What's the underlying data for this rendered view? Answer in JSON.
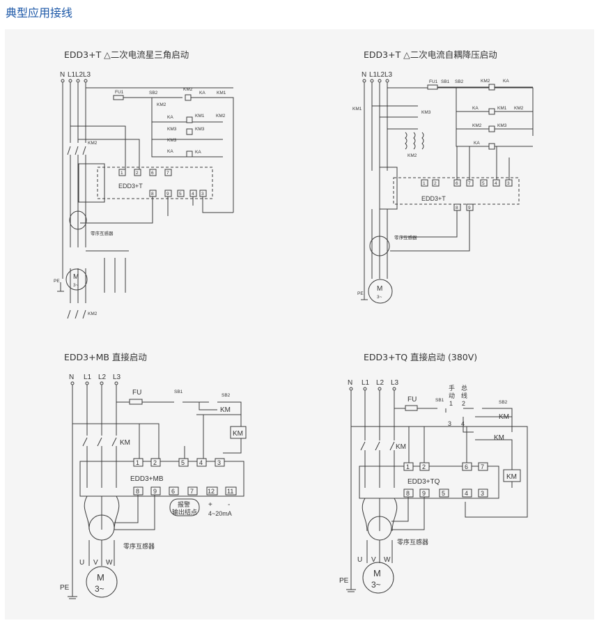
{
  "page": {
    "title": "典型应用接线"
  },
  "diagrams": [
    {
      "id": "d1",
      "title": "EDD3+T △二次电流星三角启动",
      "device": "EDD3+T",
      "terminals_top": [
        "1",
        "2",
        "6",
        "7"
      ],
      "terminals_bottom": [
        "8",
        "9",
        "5",
        "4",
        "3"
      ],
      "lines": [
        "N",
        "L1",
        "L2",
        "L3"
      ],
      "labels": {
        "fu": "FU1",
        "sb2": "SB2",
        "km2": "KM2",
        "km1": "KM1",
        "km3": "KM3",
        "ka": "KA",
        "pe": "PE",
        "motor": "M",
        "motor_phase": "3~",
        "ct": "零序互感器"
      }
    },
    {
      "id": "d2",
      "title": "EDD3+T △二次电流自耦降压启动",
      "device": "EDD3+T",
      "terminals_top": [
        "1",
        "2",
        "6",
        "7",
        "5",
        "4",
        "3"
      ],
      "terminals_bottom": [
        "8",
        "9"
      ],
      "lines": [
        "N",
        "L1",
        "L2",
        "L3"
      ],
      "labels": {
        "fu": "FU1",
        "sb1": "SB1",
        "sb2": "SB2",
        "km1": "KM1",
        "km2": "KM2",
        "km3": "KM3",
        "ka": "KA",
        "pe": "PE",
        "motor": "M",
        "motor_phase": "3~",
        "ct": "零序互感器"
      }
    },
    {
      "id": "d3",
      "title": "EDD3+MB 直接启动",
      "device": "EDD3+MB",
      "terminals_top": [
        "1",
        "2",
        "5",
        "4",
        "3"
      ],
      "terminals_bottom": [
        "8",
        "9",
        "6",
        "7",
        "12",
        "11"
      ],
      "lines": [
        "N",
        "L1",
        "L2",
        "L3"
      ],
      "labels": {
        "fu": "FU",
        "sb1": "SB1",
        "sb2": "SB2",
        "km": "KM",
        "alarm_1": "报警",
        "alarm_2": "输出结点",
        "plus": "+",
        "minus": "-",
        "range": "4~20mA",
        "ct": "零序互感器",
        "u": "U",
        "v": "V",
        "w": "W",
        "pe": "PE",
        "motor": "M",
        "motor_phase": "3~"
      }
    },
    {
      "id": "d4",
      "title": "EDD3+TQ 直接启动 (380V)",
      "device": "EDD3+TQ",
      "terminals_top": [
        "1",
        "2",
        "6",
        "7"
      ],
      "terminals_bottom": [
        "8",
        "9",
        "5",
        "4",
        "3"
      ],
      "lines": [
        "N",
        "L1",
        "L2",
        "L3"
      ],
      "labels": {
        "fu": "FU",
        "sb1": "SB1",
        "sb2": "SB2",
        "km": "KM",
        "manual_1": "手",
        "manual_2": "动",
        "bus_1": "总",
        "bus_2": "线",
        "n1": "1",
        "n2": "2",
        "n3": "3",
        "n4": "4",
        "ct": "零序互感器",
        "u": "U",
        "v": "V",
        "w": "W",
        "pe": "PE",
        "motor": "M",
        "motor_phase": "3~"
      }
    }
  ]
}
